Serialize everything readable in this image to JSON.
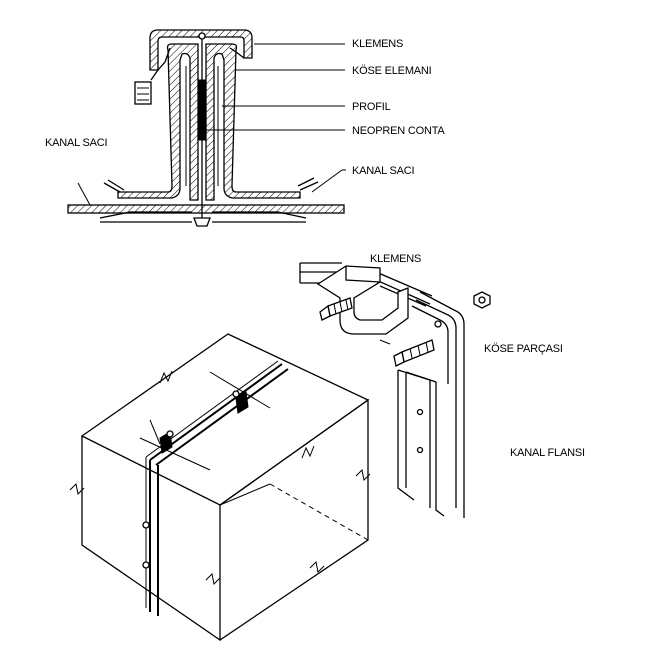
{
  "labels": {
    "klemens_top": "KLEMENS",
    "kose_elemani": "KÖSE ELEMANI",
    "profil": "PROFIL",
    "neopren_conta": "NEOPREN CONTA",
    "kanal_saci_left": "KANAL SACI",
    "kanal_saci_right": "KANAL SACI",
    "klemens_detail": "KLEMENS",
    "kose_parcasi": "KÖSE PARÇASI",
    "kanal_flansi": "KANAL FLANSI"
  }
}
